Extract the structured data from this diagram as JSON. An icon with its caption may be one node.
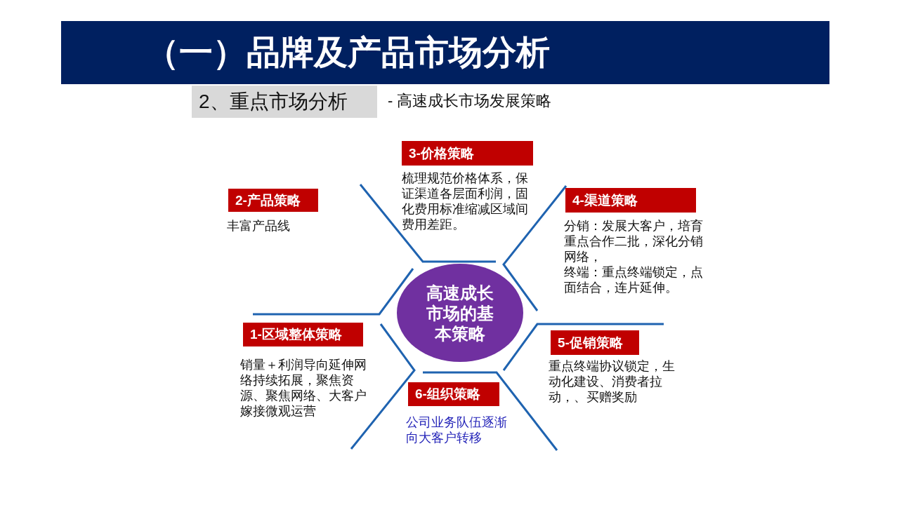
{
  "diagram": {
    "title": "（一）品牌及产品市场分析",
    "nodes": [
      {
        "text": [
          "2、重点市场分析"
        ]
      },
      {
        "text": [
          "3-价格策略"
        ],
        "beside": [
          "梳理规范价格体系，保证渠道各层面利润，固化费用标准缩减区域间费用差距。"
        ]
      },
      {
        "text": [
          "2-产品策略"
        ],
        "beside": [
          "丰富产品线"
        ]
      },
      {
        "text": [
          "4-渠道策略"
        ],
        "beside": [
          "分销：发展大客户，培育重点合作二批，深化分销网络，",
          "终端：重点终端锁定，点面结合，连片延伸。"
        ]
      },
      {
        "text": [
          "高速成长市场的基本策略"
        ]
      },
      {
        "text": [
          "1-区域整体策略"
        ],
        "beside": [
          "销量＋利润导向延伸网络持续拓展，聚焦资源、聚焦网络、大客户嫁接微观运营"
        ]
      },
      {
        "text": [
          "5-促销策略"
        ],
        "beside": [
          "重点终端协议锁定，生动化建设、消费者拉动，、买赠奖励"
        ]
      },
      {
        "text": [
          "6-组织策略"
        ],
        "beside": [
          "公司业务队伍逐渐向大客户转移"
        ]
      }
    ],
    "labels": [
      "- 高速成长市场发展策略"
    ]
  }
}
